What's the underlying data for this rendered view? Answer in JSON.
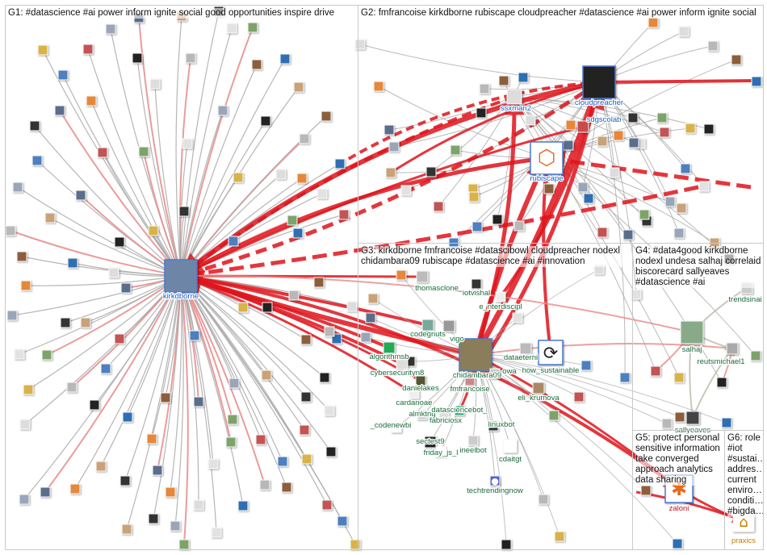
{
  "groups": [
    {
      "id": "G1",
      "title": "G1: #datascience #ai power inform ignite social good opportunities inspire drive"
    },
    {
      "id": "G2",
      "title": "G2: fmfrancoise kirkdborne rubiscape cloudpreacher #datascience #ai power inform ignite social"
    },
    {
      "id": "G3",
      "title": "G3: kirkdborne fmfrancoise #datascibowl cloudpreacher nodexl chidambara09 rubiscape #datascience #ai #innovation"
    },
    {
      "id": "G4",
      "title": "G4: #data4good kirkdborne nodexl undesa salhaj correlaid biscorecard sallyeaves #datascience #ai"
    },
    {
      "id": "G5",
      "title": "G5: protect personal sensitive information take converged approach analytics data sharing"
    },
    {
      "id": "G6",
      "title": "G6: role #iot #sustai… addres… current enviro… conditi… #bigda…"
    }
  ],
  "nodes": [
    {
      "id": "kirkdborne",
      "label": "kirkdborne",
      "label_color": "#1f5fbf"
    },
    {
      "id": "cloudpreacher",
      "label": "cloudpreacher",
      "label_color": "#1f5fbf"
    },
    {
      "id": "sdgscolab",
      "label": "sdgscolab",
      "label_color": "#1f5fbf"
    },
    {
      "id": "ssxman2",
      "label": "ssxman2",
      "label_color": "#1f5fbf"
    },
    {
      "id": "rubiscape",
      "label": "rubiscape",
      "label_color": "#1f5fbf"
    },
    {
      "id": "thomasclone",
      "label": "thomasclone",
      "label_color": "#1a6b3a"
    },
    {
      "id": "iotvishal",
      "label": "iotvishal",
      "label_color": "#1a6b3a"
    },
    {
      "id": "e_nterdiscipl",
      "label": "e_nterdiscipl",
      "label_color": "#1a6b3a"
    },
    {
      "id": "codegnuts",
      "label": "codegnuts",
      "label_color": "#1a6b3a"
    },
    {
      "id": "vigo",
      "label": "vigo",
      "label_color": "#1a6b3a"
    },
    {
      "id": "algorithmsb",
      "label": "algorithmsb",
      "label_color": "#1a6b3a"
    },
    {
      "id": "cybersecurityn8",
      "label": "cybersecurityn8",
      "label_color": "#1a6b3a"
    },
    {
      "id": "chidambara09",
      "label": "chidambara09",
      "label_color": "#1a6b3a"
    },
    {
      "id": "dataeterni",
      "label": "dataeterni",
      "label_color": "#1a6b3a"
    },
    {
      "id": "how_sustainable",
      "label": "how_sustainable",
      "label_color": "#1a6b3a"
    },
    {
      "id": "danielakes",
      "label": "danielakes",
      "label_color": "#1a6b3a"
    },
    {
      "id": "owa",
      "label": "owa",
      "label_color": "#1a6b3a"
    },
    {
      "id": "cardanoae",
      "label": "cardanoae",
      "label_color": "#1a6b3a"
    },
    {
      "id": "fmfrancoise",
      "label": "fmfrancoise",
      "label_color": "#1a6b3a"
    },
    {
      "id": "eli_krumova",
      "label": "eli_krumova",
      "label_color": "#1a6b3a"
    },
    {
      "id": "almktng",
      "label": "almktng",
      "label_color": "#1a6b3a"
    },
    {
      "id": "datasciencebot_",
      "label": "datasciencebot_",
      "label_color": "#1a6b3a"
    },
    {
      "id": "fabriciosx",
      "label": "fabriciosx",
      "label_color": "#1a6b3a"
    },
    {
      "id": "_codenewbie",
      "label": "_codenewbi",
      "label_color": "#1a6b3a"
    },
    {
      "id": "linuxbot",
      "label": "linuxbot",
      "label_color": "#1a6b3a"
    },
    {
      "id": "sectest9",
      "label": "sectest9",
      "label_color": "#1a6b3a"
    },
    {
      "id": "friday_js",
      "label": "friday_js_l",
      "label_color": "#1a6b3a"
    },
    {
      "id": "ineelbot",
      "label": "ineelbot",
      "label_color": "#1a6b3a"
    },
    {
      "id": "cdaitgt",
      "label": "cdaitgt",
      "label_color": "#1a6b3a"
    },
    {
      "id": "techtrendingnow",
      "label": "techtrendingnow",
      "label_color": "#1a6b3a"
    },
    {
      "id": "trendsinai",
      "label": "trendsinai",
      "label_color": "#1a6b3a"
    },
    {
      "id": "salhaj",
      "label": "salhaj",
      "label_color": "#1a6b3a"
    },
    {
      "id": "reutsmichael1",
      "label": "reutsmichael1",
      "label_color": "#1a6b3a"
    },
    {
      "id": "sallyeaves",
      "label": "sallyeaves",
      "label_color": "#1a6b3a"
    },
    {
      "id": "zaloni",
      "label": "zaloni",
      "label_color": "#c0141d"
    },
    {
      "id": "praxics",
      "label": "praxics",
      "label_color": "#c77a00"
    }
  ],
  "colors": {
    "edge_gray": "#a9a9a9",
    "edge_red": "#e0141c",
    "edge_red_light": "#e88a8a",
    "group_border": "#c9c9c9"
  }
}
